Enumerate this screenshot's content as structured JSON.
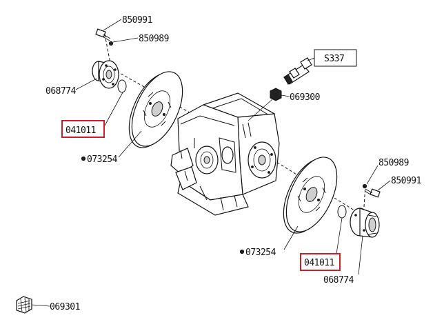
{
  "colors": {
    "highlight": "#d01c24",
    "line": "#111111",
    "background": "#ffffff"
  },
  "labels": {
    "bolt_top": "850991",
    "washer_top": "850989",
    "flange_top": "068774",
    "oring_top": "041011",
    "disc_top": "073254",
    "nut": "069300",
    "sensor": "S337",
    "washer_bottom": "850989",
    "bolt_bottom": "850991",
    "disc_bottom": "073254",
    "oring_bottom": "041011",
    "flange_bottom": "068774",
    "spare_nut": "069301"
  }
}
